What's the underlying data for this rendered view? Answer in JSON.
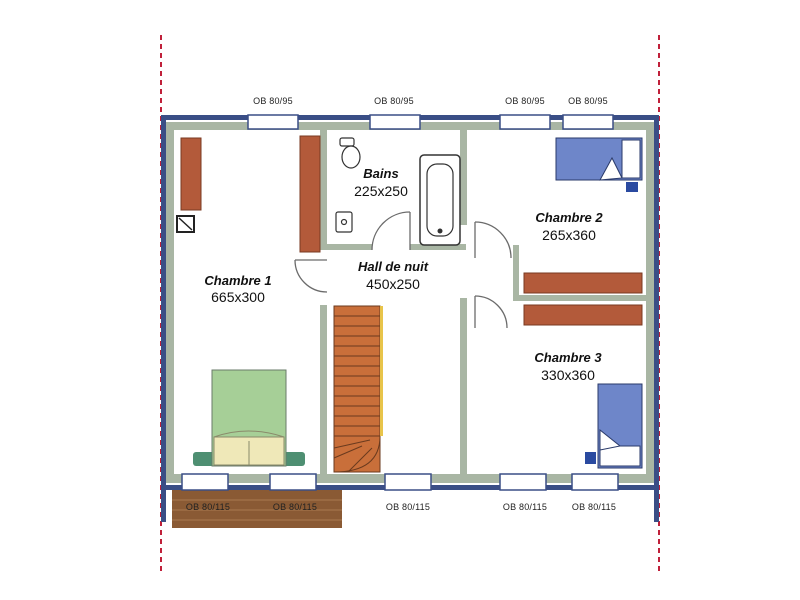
{
  "plan": {
    "colors": {
      "outer_wall": "#3a4e86",
      "inner_wall": "#a9b6a4",
      "cabinet": "#b35a3a",
      "bed_green": "#a6cf97",
      "bed_blue": "#6e86c9",
      "stairs": "#c96f3a",
      "property_line": "#c0203a",
      "balcony": "#8a5a34"
    },
    "rooms": [
      {
        "id": "chambre1",
        "name": "Chambre 1",
        "dims": "665x300"
      },
      {
        "id": "bains",
        "name": "Bains",
        "dims": "225x250"
      },
      {
        "id": "hall",
        "name": "Hall de nuit",
        "dims": "450x250"
      },
      {
        "id": "chambre2",
        "name": "Chambre 2",
        "dims": "265x360"
      },
      {
        "id": "chambre3",
        "name": "Chambre 3",
        "dims": "330x360"
      }
    ],
    "windows": {
      "top": [
        "OB 80/95",
        "OB 80/95",
        "OB 80/95",
        "OB 80/95"
      ],
      "bottom": [
        "OB 80/115",
        "OB 80/115",
        "OB 80/115",
        "OB 80/115",
        "OB 80/115"
      ]
    }
  }
}
